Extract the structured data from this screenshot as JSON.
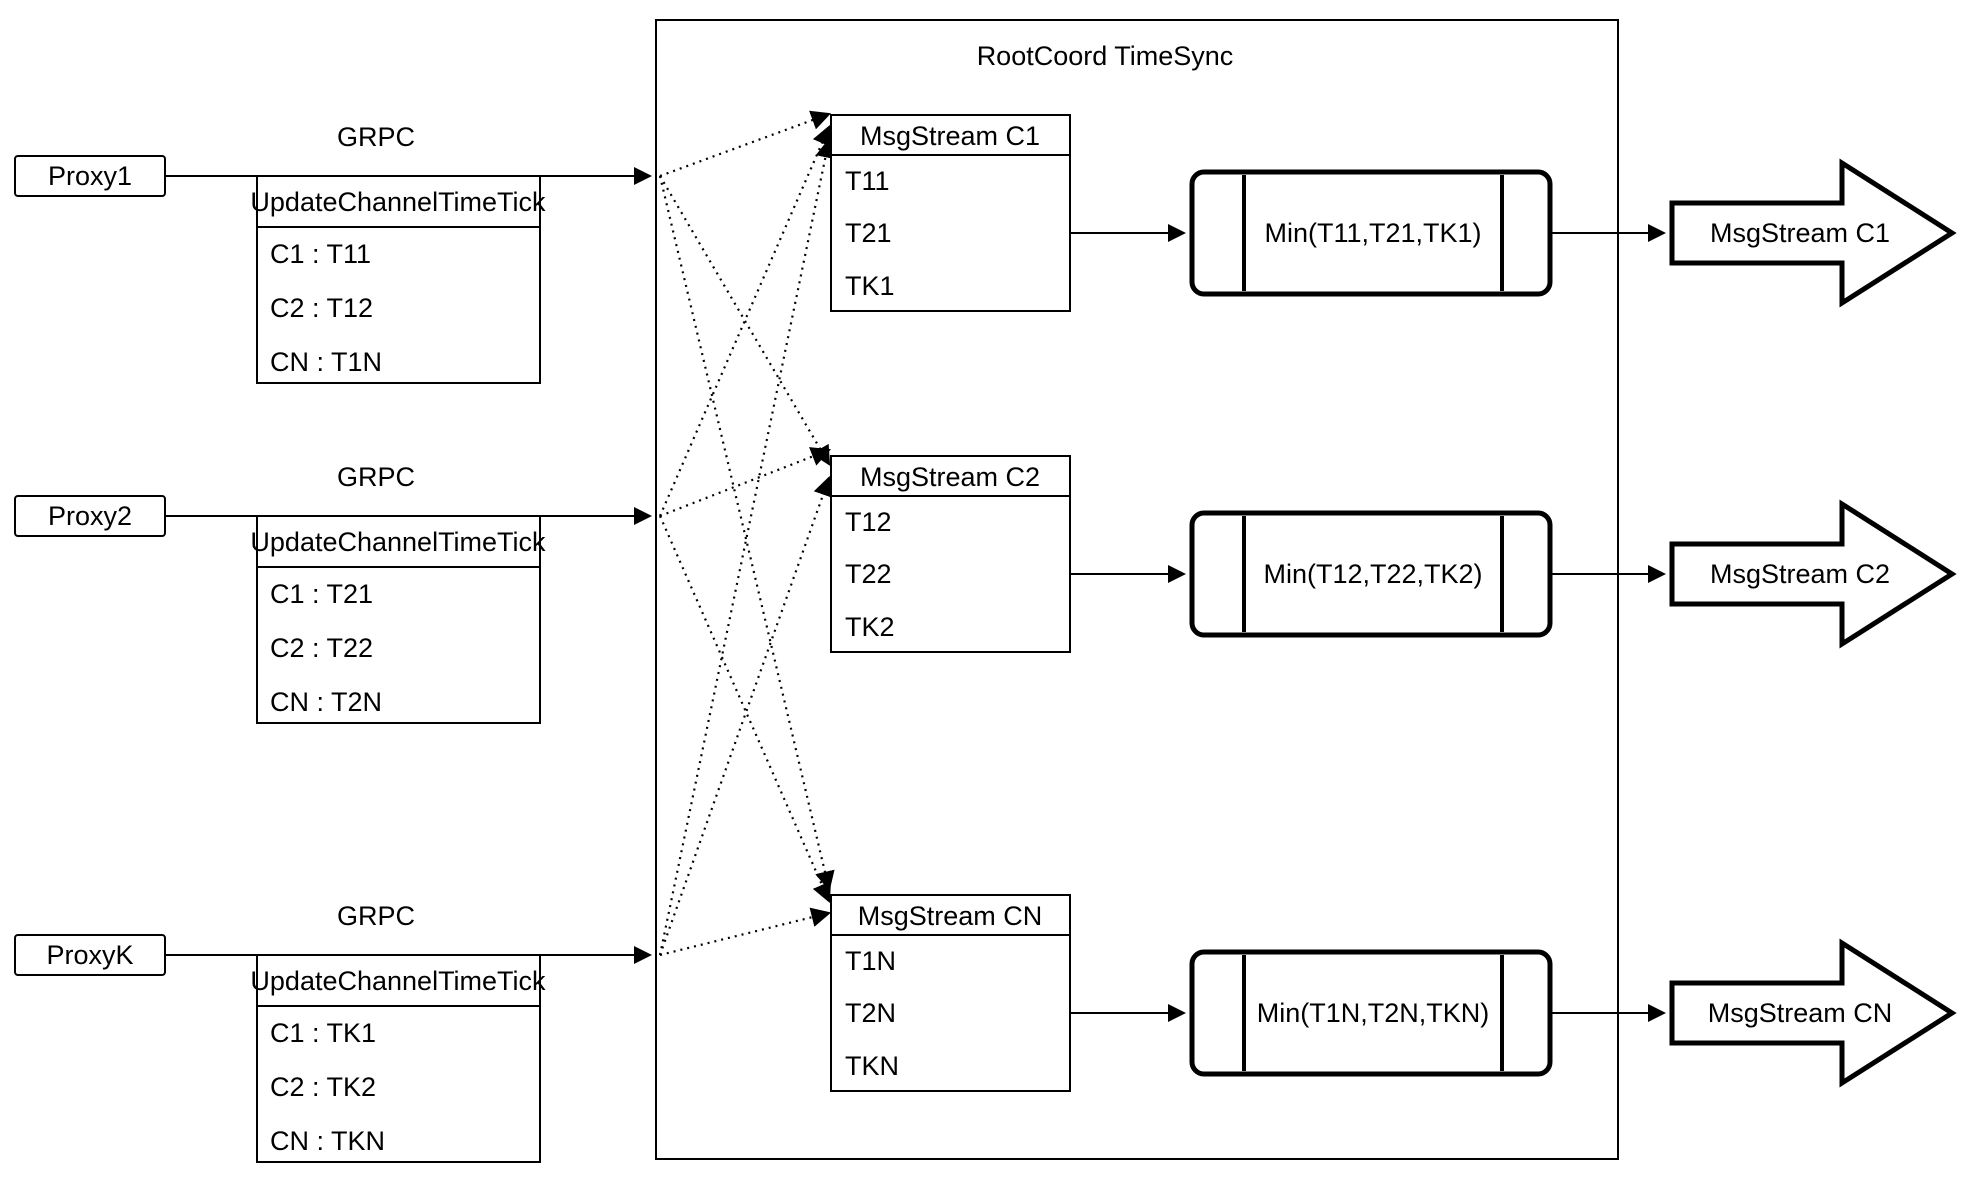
{
  "container": {
    "title": "RootCoord TimeSync"
  },
  "grpc_label": "GRPC",
  "proxies": [
    {
      "name": "Proxy1",
      "request": {
        "header": "UpdateChannelTimeTick",
        "rows": [
          "C1 : T11",
          "C2 : T12",
          "CN : T1N"
        ]
      }
    },
    {
      "name": "Proxy2",
      "request": {
        "header": "UpdateChannelTimeTick",
        "rows": [
          "C1 : T21",
          "C2 : T22",
          "CN : T2N"
        ]
      }
    },
    {
      "name": "ProxyK",
      "request": {
        "header": "UpdateChannelTimeTick",
        "rows": [
          "C1 : TK1",
          "C2 : TK2",
          "CN : TKN"
        ]
      }
    }
  ],
  "channels": [
    {
      "buffer_title": "MsgStream C1",
      "timestamps": [
        "T11",
        "T21",
        "TK1"
      ],
      "min_label": "Min(T11,T21,TK1)",
      "output_label": "MsgStream C1"
    },
    {
      "buffer_title": "MsgStream C2",
      "timestamps": [
        "T12",
        "T22",
        "TK2"
      ],
      "min_label": "Min(T12,T22,TK2)",
      "output_label": "MsgStream C2"
    },
    {
      "buffer_title": "MsgStream CN",
      "timestamps": [
        "T1N",
        "T2N",
        "TKN"
      ],
      "min_label": "Min(T1N,T2N,TKN)",
      "output_label": "MsgStream CN"
    }
  ],
  "colors": {
    "stroke": "#000000",
    "background": "#ffffff"
  }
}
